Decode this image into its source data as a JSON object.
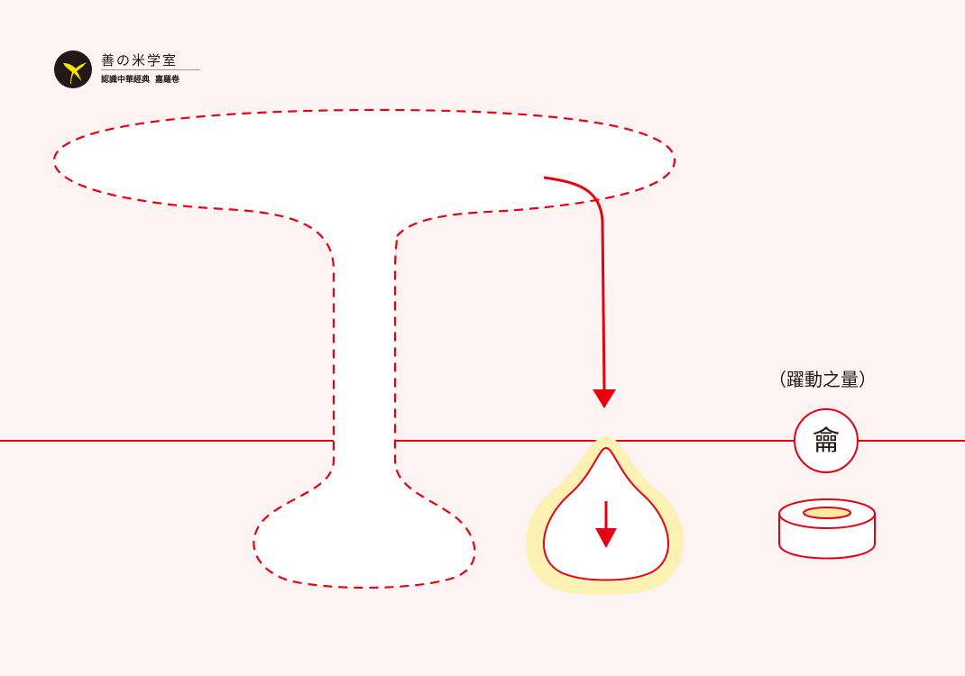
{
  "logo": {
    "title": "善の米学室",
    "subtitle_left": "認識中華經典",
    "subtitle_right": "嘉羅卷",
    "icon": "bird-emblem-icon"
  },
  "diagram": {
    "annotation": "（躍動之量）",
    "circle_glyph": "龠",
    "shapes": [
      "mushroom-outline-dashed",
      "curved-arrow-down",
      "teardrop-with-down-arrow",
      "ring-disc"
    ],
    "colors": {
      "background": "#fdf3f2",
      "accent_red": "#e60012",
      "glow_yellow": "#fdf1b3",
      "ring_inner_yellow": "#fbeaa0",
      "text": "#231815"
    }
  }
}
